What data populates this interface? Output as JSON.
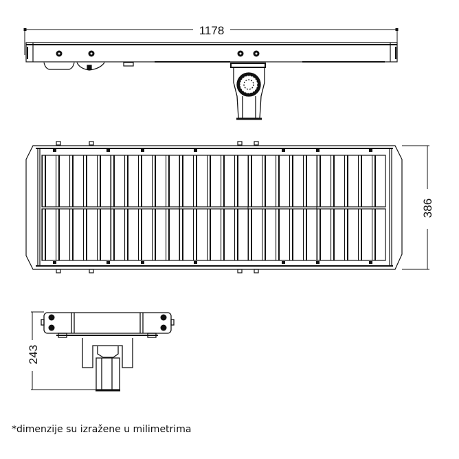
{
  "views": {
    "top": {
      "label": "top-elevation-view",
      "dimension": {
        "value": "1178",
        "orientation": "horizontal"
      }
    },
    "front": {
      "label": "plan-view-led-modules",
      "dimension": {
        "value": "386",
        "orientation": "vertical"
      },
      "slat_count_per_row": 25,
      "rows": 2
    },
    "side": {
      "label": "side-elevation-view",
      "dimension": {
        "value": "243",
        "orientation": "vertical"
      }
    }
  },
  "footnote": "*dimenzije su izražene u milimetrima",
  "colors": {
    "line": "#111111",
    "background": "#ffffff"
  }
}
